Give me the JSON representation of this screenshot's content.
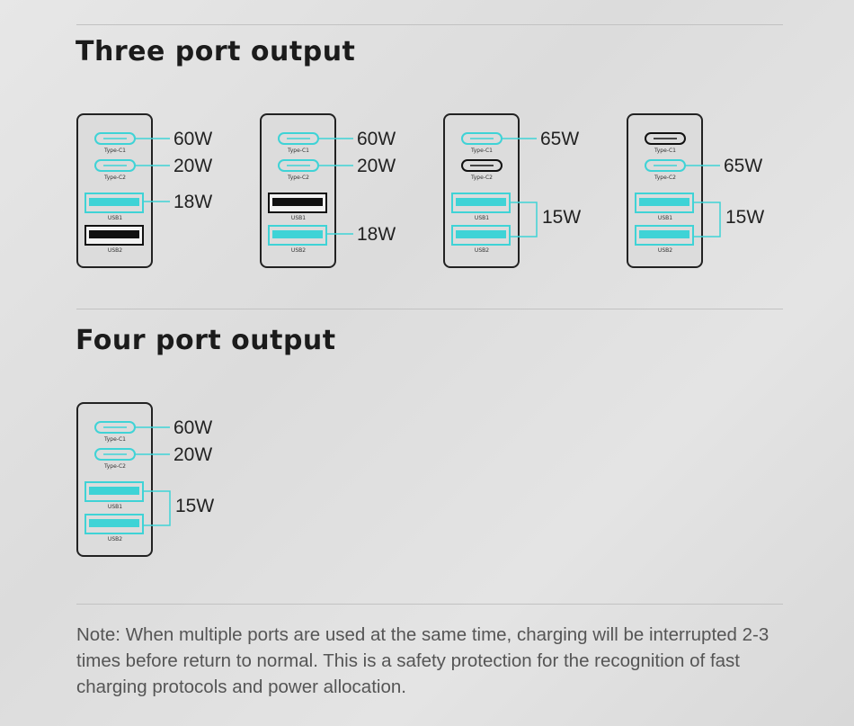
{
  "sections": {
    "three_port_title": "Three port output",
    "four_port_title": "Four port output"
  },
  "port_labels": {
    "type_c1": "Type-C1",
    "type_c2": "Type-C2",
    "usb1": "USB1",
    "usb2": "USB2"
  },
  "chargers": [
    {
      "active_ports": [
        "Type-C1",
        "Type-C2",
        "USB1"
      ],
      "watts": [
        "60W",
        "20W",
        "18W"
      ]
    },
    {
      "active_ports": [
        "Type-C1",
        "Type-C2",
        "USB2"
      ],
      "watts": [
        "60W",
        "20W",
        "18W"
      ]
    },
    {
      "active_ports": [
        "Type-C1",
        "USB1",
        "USB2"
      ],
      "watts": [
        "65W",
        "15W"
      ]
    },
    {
      "active_ports": [
        "Type-C2",
        "USB1",
        "USB2"
      ],
      "watts": [
        "65W",
        "15W"
      ]
    },
    {
      "active_ports": [
        "Type-C1",
        "Type-C2",
        "USB1",
        "USB2"
      ],
      "watts": [
        "60W",
        "20W",
        "15W"
      ]
    }
  ],
  "note": "Note: When multiple ports are used at the same time, charging will be interrupted 2-3 times before return to normal. This is a safety protection for the recognition of fast charging protocols and power allocation.",
  "colors": {
    "active_port": "#3fd3d6",
    "inactive_port": "#111111",
    "body_outline": "#222222"
  }
}
